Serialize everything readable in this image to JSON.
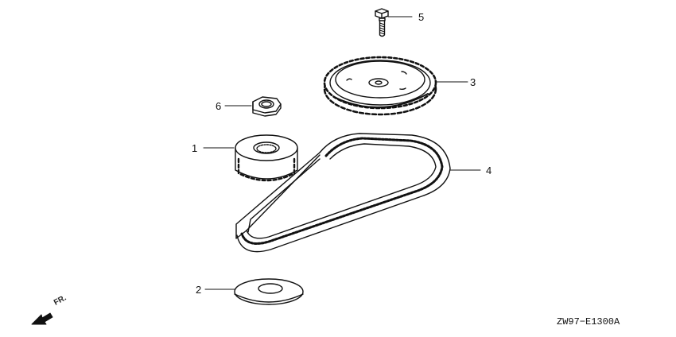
{
  "parts": [
    {
      "number": "1",
      "name": "drive pulley"
    },
    {
      "number": "2",
      "name": "washer"
    },
    {
      "number": "3",
      "name": "driven pulley"
    },
    {
      "number": "4",
      "name": "timing belt"
    },
    {
      "number": "5",
      "name": "bolt"
    },
    {
      "number": "6",
      "name": "nut"
    }
  ],
  "front_indicator": "FR.",
  "diagram_code": "ZW97−E1300A"
}
